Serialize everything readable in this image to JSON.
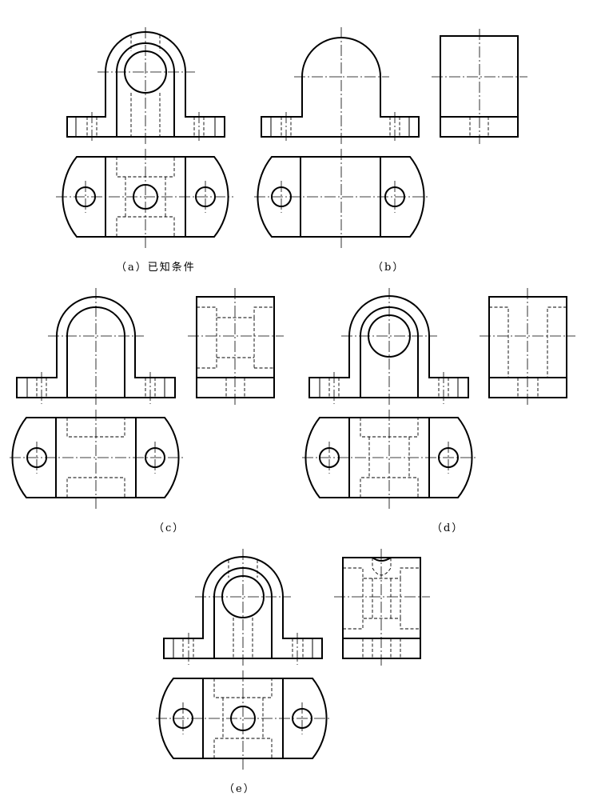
{
  "captions": {
    "a": "（a）已知条件",
    "b": "（b）",
    "c": "（c）",
    "d": "（d）",
    "e": "（e）"
  }
}
